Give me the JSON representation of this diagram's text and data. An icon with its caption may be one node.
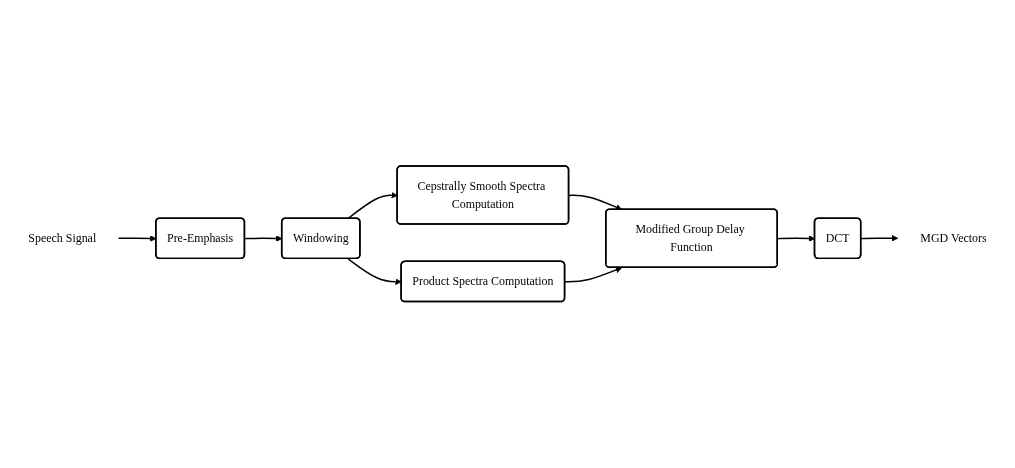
{
  "diagram": {
    "nodes": [
      {
        "text": [
          "Speech Signal"
        ]
      },
      {
        "text": [
          "Pre-Emphasis"
        ]
      },
      {
        "text": [
          "Windowing"
        ]
      },
      {
        "text": [
          "Cepstrally Smooth Spectra Computation"
        ]
      },
      {
        "text": [
          "Product Spectra Computation"
        ]
      },
      {
        "text": [
          "Modified Group Delay Function"
        ]
      },
      {
        "text": [
          "DCT"
        ]
      },
      {
        "text": [
          "MGD Vectors"
        ]
      }
    ],
    "edges": [
      {
        "from": 0,
        "to": 1,
        "arrow": "to"
      },
      {
        "from": 1,
        "to": 2,
        "arrow": "to"
      },
      {
        "from": 2,
        "to": 3,
        "arrow": "to"
      },
      {
        "from": 2,
        "to": 4,
        "arrow": "to"
      },
      {
        "from": 3,
        "to": 5,
        "arrow": "to"
      },
      {
        "from": 4,
        "to": 5,
        "arrow": "to"
      },
      {
        "from": 5,
        "to": 6,
        "arrow": "to"
      },
      {
        "from": 6,
        "to": 7,
        "arrow": "to"
      }
    ]
  }
}
